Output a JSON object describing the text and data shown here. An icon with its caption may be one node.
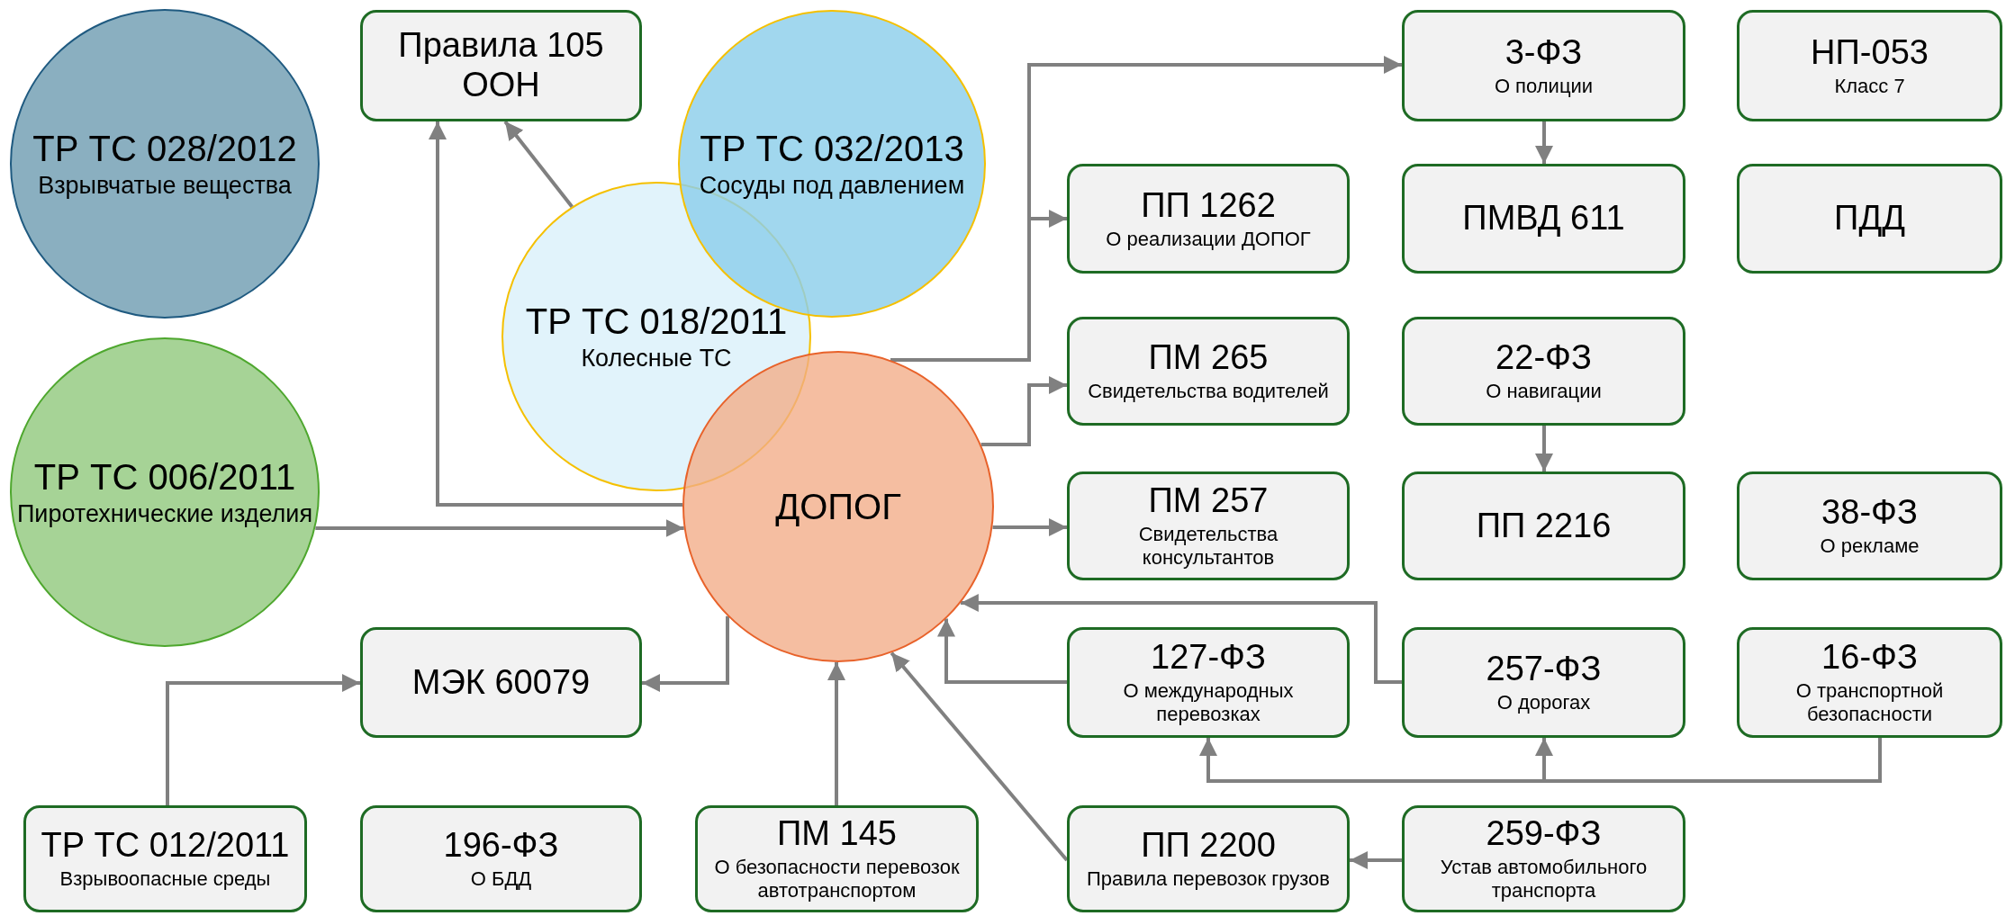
{
  "diagram": {
    "nodes": [
      {
        "text": [
          "ТР ТС 028/2012",
          "Взрывчатые вещества"
        ]
      },
      {
        "text": [
          "Правила 105 ООН"
        ]
      },
      {
        "text": [
          "ТР ТС 032/2013",
          "Сосуды под давлением"
        ]
      },
      {
        "text": [
          "3-ФЗ",
          "О полиции"
        ]
      },
      {
        "text": [
          "НП-053",
          "Класс 7"
        ]
      },
      {
        "text": [
          "ТР ТС 018/2011",
          "Колесные ТС"
        ]
      },
      {
        "text": [
          "ПП 1262",
          "О реализации ДОПОГ"
        ]
      },
      {
        "text": [
          "ПМВД 611"
        ]
      },
      {
        "text": [
          "ПДД"
        ]
      },
      {
        "text": [
          "ПМ 265",
          "Свидетельства водителей"
        ]
      },
      {
        "text": [
          "22-ФЗ",
          "О навигации"
        ]
      },
      {
        "text": [
          "ТР ТС 006/2011",
          "Пиротехнические изделия"
        ]
      },
      {
        "text": [
          "ДОПОГ"
        ]
      },
      {
        "text": [
          "ПМ 257",
          "Свидетельства консультантов"
        ]
      },
      {
        "text": [
          "ПП 2216"
        ]
      },
      {
        "text": [
          "38-ФЗ",
          "О рекламе"
        ]
      },
      {
        "text": [
          "МЭК 60079"
        ]
      },
      {
        "text": [
          "127-ФЗ",
          "О международных перевозках"
        ]
      },
      {
        "text": [
          "257-ФЗ",
          "О дорогах"
        ]
      },
      {
        "text": [
          "16-ФЗ",
          "О транспортной безопасности"
        ]
      },
      {
        "text": [
          "ТР ТС 012/2011",
          "Взрывоопасные среды"
        ]
      },
      {
        "text": [
          "196-ФЗ",
          "О БДД"
        ]
      },
      {
        "text": [
          "ПМ 145",
          "О безопасности перевозок автотранспортом"
        ]
      },
      {
        "text": [
          "ПП 2200",
          "Правила перевозок грузов"
        ]
      },
      {
        "text": [
          "259-ФЗ",
          "Устав автомобильного транспорта"
        ]
      }
    ],
    "edges": [
      {
        "from": 5,
        "to": 1,
        "arrow": "to"
      },
      {
        "from": 12,
        "to": 1,
        "arrow": "to"
      },
      {
        "from": 12,
        "to": 3,
        "arrow": "to"
      },
      {
        "from": 12,
        "to": 6,
        "arrow": "to"
      },
      {
        "from": 12,
        "to": 9,
        "arrow": "to"
      },
      {
        "from": 12,
        "to": 13,
        "arrow": "to"
      },
      {
        "from": 11,
        "to": 12,
        "arrow": "to"
      },
      {
        "from": 12,
        "to": 16,
        "arrow": "to"
      },
      {
        "from": 20,
        "to": 16,
        "arrow": "to"
      },
      {
        "from": 22,
        "to": 12,
        "arrow": "to"
      },
      {
        "from": 23,
        "to": 12,
        "arrow": "to"
      },
      {
        "from": 17,
        "to": 12,
        "arrow": "to"
      },
      {
        "from": 18,
        "to": 12,
        "arrow": "to"
      },
      {
        "from": 19,
        "to": 17,
        "arrow": "to"
      },
      {
        "from": 19,
        "to": 18,
        "arrow": "to"
      },
      {
        "from": 24,
        "to": 23,
        "arrow": "to"
      },
      {
        "from": 3,
        "to": 7,
        "arrow": "to"
      },
      {
        "from": 10,
        "to": 14,
        "arrow": "to"
      }
    ]
  }
}
